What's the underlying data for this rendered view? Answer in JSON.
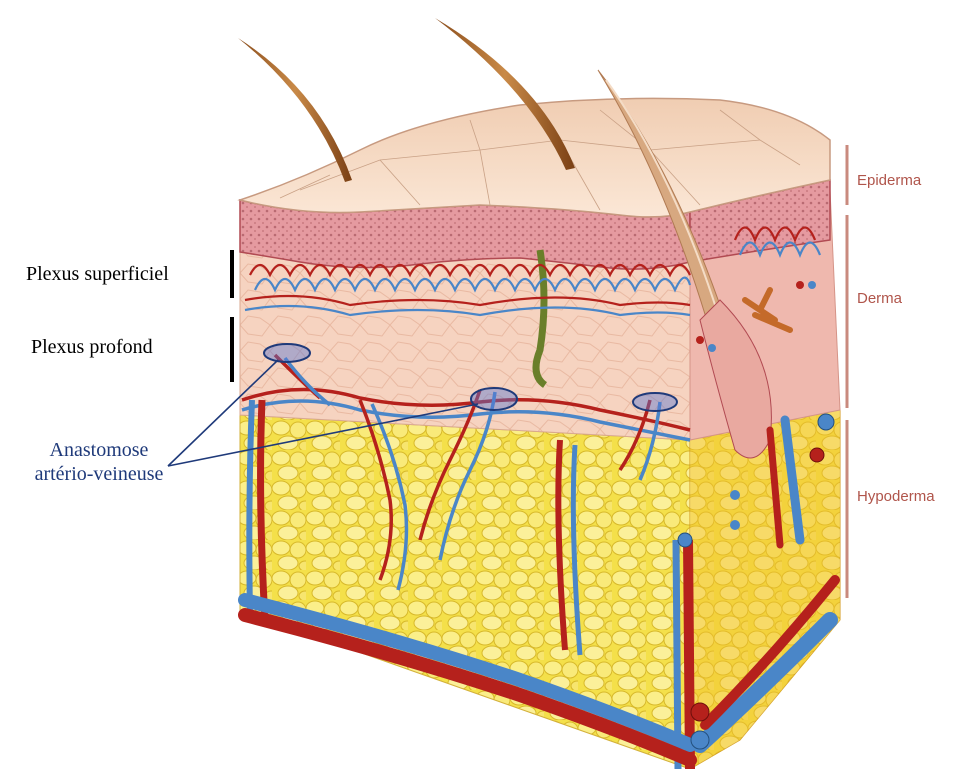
{
  "labels": {
    "plexus_superficiel": "Plexus superficiel",
    "plexus_profond": "Plexus profond",
    "anastomose_line1": "Anastomose",
    "anastomose_line2": "artério-veineuse"
  },
  "layers": {
    "epiderma": "Epiderma",
    "derma": "Derma",
    "hypoderma": "Hypoderma"
  },
  "colors": {
    "artery": "#b5211c",
    "vein": "#4a86c8",
    "fat": "#f4e04a",
    "dermis": "#f3c8b4",
    "epidermis_surface": "#f6dcc6",
    "layer_label": "#b0554b",
    "annotation": "#1f3a7a"
  },
  "icons": {
    "hair": "hair-shaft-icon",
    "anastomosis": "anastomosis-ellipse-icon"
  }
}
